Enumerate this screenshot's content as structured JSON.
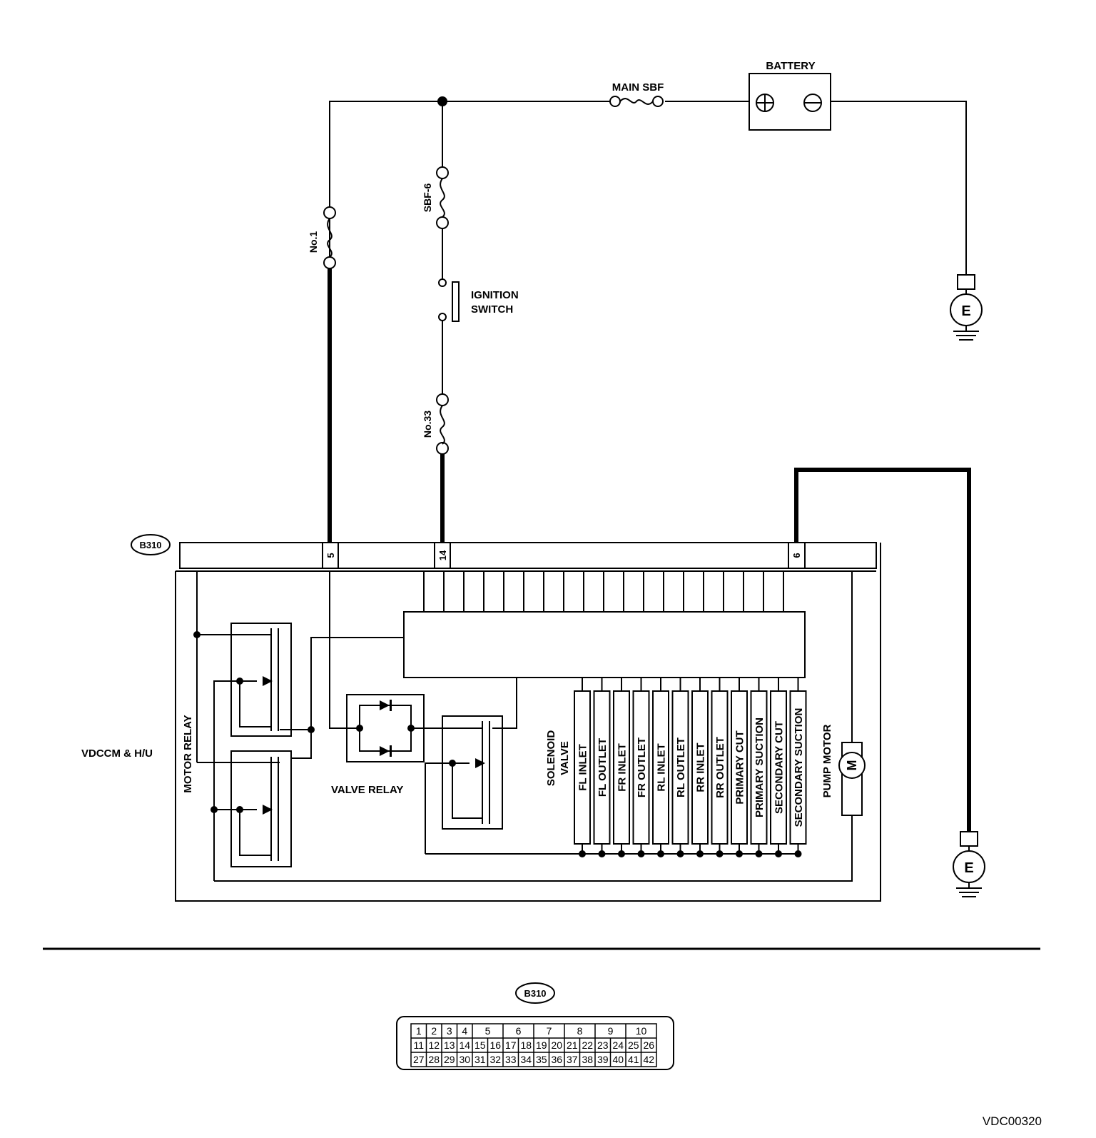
{
  "labels": {
    "battery": "BATTERY",
    "main_sbf": "MAIN SBF",
    "sbf6": "SBF-6",
    "no1": "No.1",
    "no33": "No.33",
    "ignition_line1": "IGNITION",
    "ignition_line2": "SWITCH",
    "ground": "E",
    "module_id": "B310",
    "vdccm": "VDCCM & H/U",
    "motor_relay": "MOTOR RELAY",
    "valve_relay": "VALVE RELAY",
    "solenoid_line1": "SOLENOID",
    "solenoid_line2": "VALVE",
    "pump_motor": "PUMP MOTOR",
    "motor_symbol": "M",
    "doc_code": "VDC00320"
  },
  "pins": {
    "p5": "5",
    "p14": "14",
    "p6": "6"
  },
  "solenoids": [
    "FL INLET",
    "FL OUTLET",
    "FR INLET",
    "FR OUTLET",
    "RL INLET",
    "RL OUTLET",
    "RR INLET",
    "RR OUTLET",
    "PRIMARY CUT",
    "PRIMARY SUCTION",
    "SECONDARY CUT",
    "SECONDARY SUCTION"
  ],
  "connector_face": {
    "top": [
      "1",
      "2",
      "3",
      "4",
      "5",
      "6",
      "7",
      "8",
      "9",
      "10"
    ],
    "mid": [
      "11",
      "12",
      "13",
      "14",
      "15",
      "16",
      "17",
      "18",
      "19",
      "20",
      "21",
      "22",
      "23",
      "24",
      "25",
      "26"
    ],
    "bot": [
      "27",
      "28",
      "29",
      "30",
      "31",
      "32",
      "33",
      "34",
      "35",
      "36",
      "37",
      "38",
      "39",
      "40",
      "41",
      "42"
    ]
  }
}
